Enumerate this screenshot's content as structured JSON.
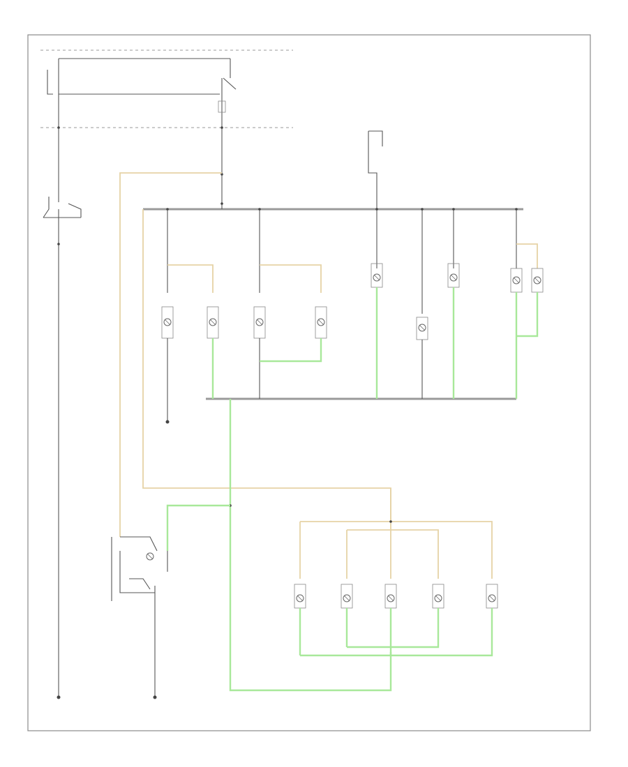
{
  "diagram": {
    "corner_label": "",
    "header_label": "",
    "labels": {}
  },
  "components": [
    {
      "id": "illumination-relay"
    },
    {
      "id": "fuse"
    },
    {
      "id": "light-switch"
    },
    {
      "id": "clock"
    },
    {
      "id": "hazard-switch"
    },
    {
      "id": "rear-defogger-switch"
    },
    {
      "id": "a-t-shift-indicator"
    },
    {
      "id": "instrument-cluster"
    },
    {
      "id": "cigar-lighter"
    },
    {
      "id": "climate-control"
    },
    {
      "id": "dimmer-switch"
    },
    {
      "id": "cruise-switch"
    },
    {
      "id": "left-mirror-switch"
    },
    {
      "id": "right-mirror-switch"
    },
    {
      "id": "fog-light-switch"
    },
    {
      "id": "sunroof-switch"
    },
    {
      "id": "glove-box-light"
    }
  ]
}
